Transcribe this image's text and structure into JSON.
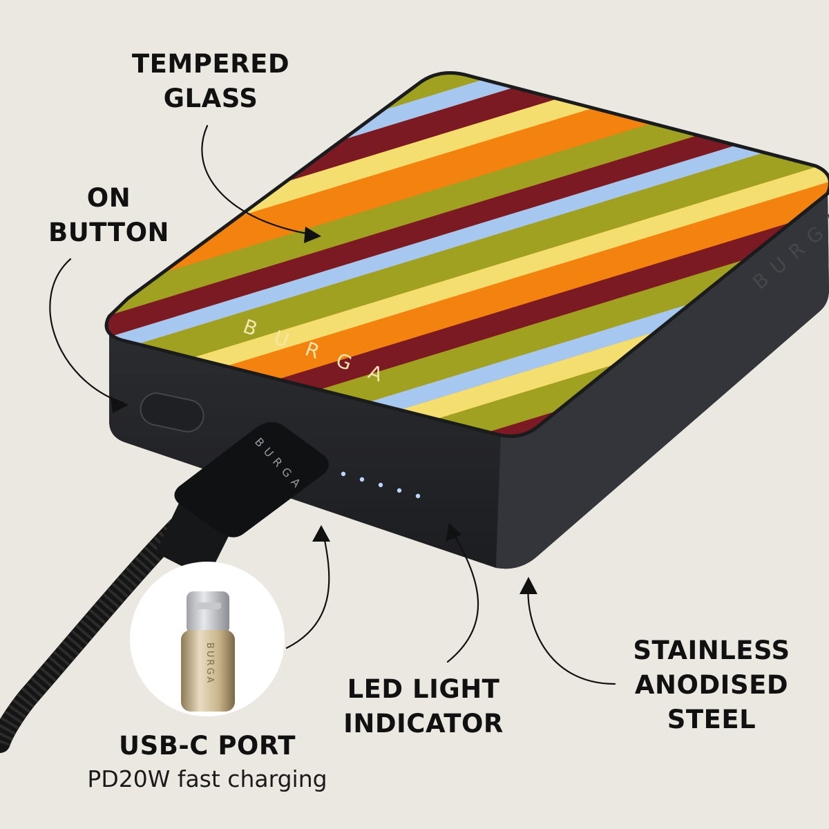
{
  "callouts": {
    "tempered_glass": [
      "TEMPERED",
      "GLASS"
    ],
    "on_button": [
      "ON",
      "BUTTON"
    ],
    "led_indicator": [
      "LED LIGHT",
      "INDICATOR"
    ],
    "steel": [
      "STAINLESS",
      "ANODISED",
      "STEEL"
    ],
    "usb_c": [
      "USB-C PORT"
    ],
    "usb_c_sub": "PD20W fast charging"
  },
  "brand": "BURGA",
  "led_count": 5,
  "colors": {
    "background": "#ebe8e2",
    "body": "#2a2b2e",
    "stripes": [
      "#f3820f",
      "#f5de70",
      "#a0a121",
      "#7b1a23",
      "#a6c7ef"
    ],
    "led": "#bcd6ff"
  }
}
